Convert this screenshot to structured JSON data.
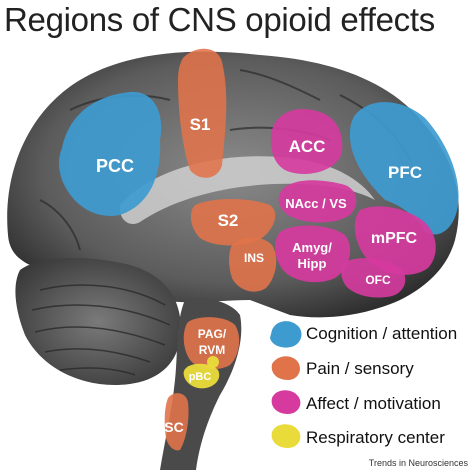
{
  "title": "Regions of CNS opioid effects",
  "regions": {
    "pcc": "PCC",
    "s1": "S1",
    "acc": "ACC",
    "pfc": "PFC",
    "nacc_vs": "NAcc / VS",
    "s2": "S2",
    "mpfc": "mPFC",
    "ins": "INS",
    "amyg_line1": "Amyg/",
    "amyg_line2": "Hipp",
    "ofc": "OFC",
    "pag_line1": "PAG/",
    "pag_line2": "RVM",
    "pbc": "pBC",
    "sc": "SC"
  },
  "legend": [
    {
      "label": "Cognition / attention",
      "color": "#3d9bd0"
    },
    {
      "label": "Pain / sensory",
      "color": "#e0734a"
    },
    {
      "label": "Affect / motivation",
      "color": "#d63a9e"
    },
    {
      "label": "Respiratory center",
      "color": "#e9dc3a"
    }
  ],
  "credit": "Trends in Neurosciences",
  "colors": {
    "cognition": "#3d9bd0",
    "pain": "#e0734a",
    "affect": "#d63a9e",
    "respiratory": "#e9dc3a",
    "brain_tissue": "#6e6e6e",
    "background": "#ffffff"
  }
}
